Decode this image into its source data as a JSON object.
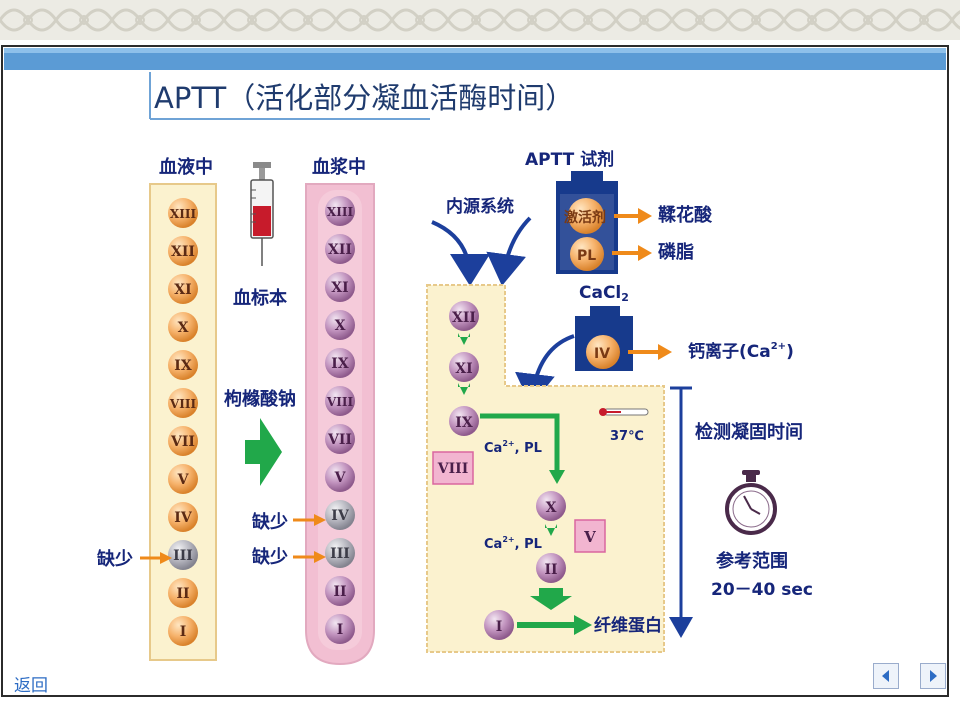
{
  "slide": {
    "title": "APTT（活化部分凝血活酶时间）",
    "back_link": "返回"
  },
  "blood_column": {
    "header": "血液中",
    "factors": [
      "XIII",
      "XII",
      "XI",
      "X",
      "IX",
      "VIII",
      "VII",
      "V",
      "IV",
      "III",
      "II",
      "I"
    ],
    "deficient_index": 9,
    "deficient_label": "缺少"
  },
  "plasma_column": {
    "header": "血浆中",
    "factors": [
      "XIII",
      "XII",
      "XI",
      "X",
      "IX",
      "VIII",
      "VII",
      "V",
      "IV",
      "III",
      "II",
      "I"
    ],
    "deficient_indices": [
      8,
      9
    ],
    "deficient_labels": [
      "缺少",
      "缺少"
    ]
  },
  "middle": {
    "syringe_label": "血标本",
    "anticoagulant_label": "枸橼酸钠"
  },
  "reagent": {
    "title": "APTT 试剂",
    "activator_label": "激活剂",
    "activator_target": "鞣花酸",
    "pl_label": "PL",
    "pl_target": "磷脂",
    "cacl2_label": "CaCl",
    "cacl2_sub": "2",
    "iv_label": "IV",
    "calcium_label": "钙离子(Ca",
    "calcium_sup": "2+",
    "calcium_close": ")"
  },
  "pathway": {
    "intrinsic_label": "内源系统",
    "factor_xii": "XII",
    "factor_xi": "XI",
    "factor_ix": "IX",
    "factor_viii": "VIII",
    "factor_x": "X",
    "factor_v": "V",
    "factor_ii": "II",
    "factor_i": "I",
    "ca_pl_1_pre": "Ca",
    "ca_pl_1_sup": "2+",
    "ca_pl_1_post": ", PL",
    "ca_pl_2_pre": "Ca",
    "ca_pl_2_sup": "2+",
    "ca_pl_2_post": ", PL",
    "temperature": "37℃",
    "fibrin_label": "纤维蛋白"
  },
  "timing": {
    "measure_label": "检测凝固时间",
    "reference_label": "参考范围",
    "reference_value": "20－40 sec"
  },
  "colors": {
    "header_bar": "#5b9bd5",
    "panel_fill": "#fbf2cf",
    "panel_border": "#e7c98a",
    "plasma_fill": "#f2bfd2",
    "arrow_blue": "#1c3f9c",
    "arrow_orange": "#ef8a1a",
    "arrow_green": "#21a84a",
    "text_navy": "#16267a",
    "viii_box": "#f2b5d0"
  }
}
